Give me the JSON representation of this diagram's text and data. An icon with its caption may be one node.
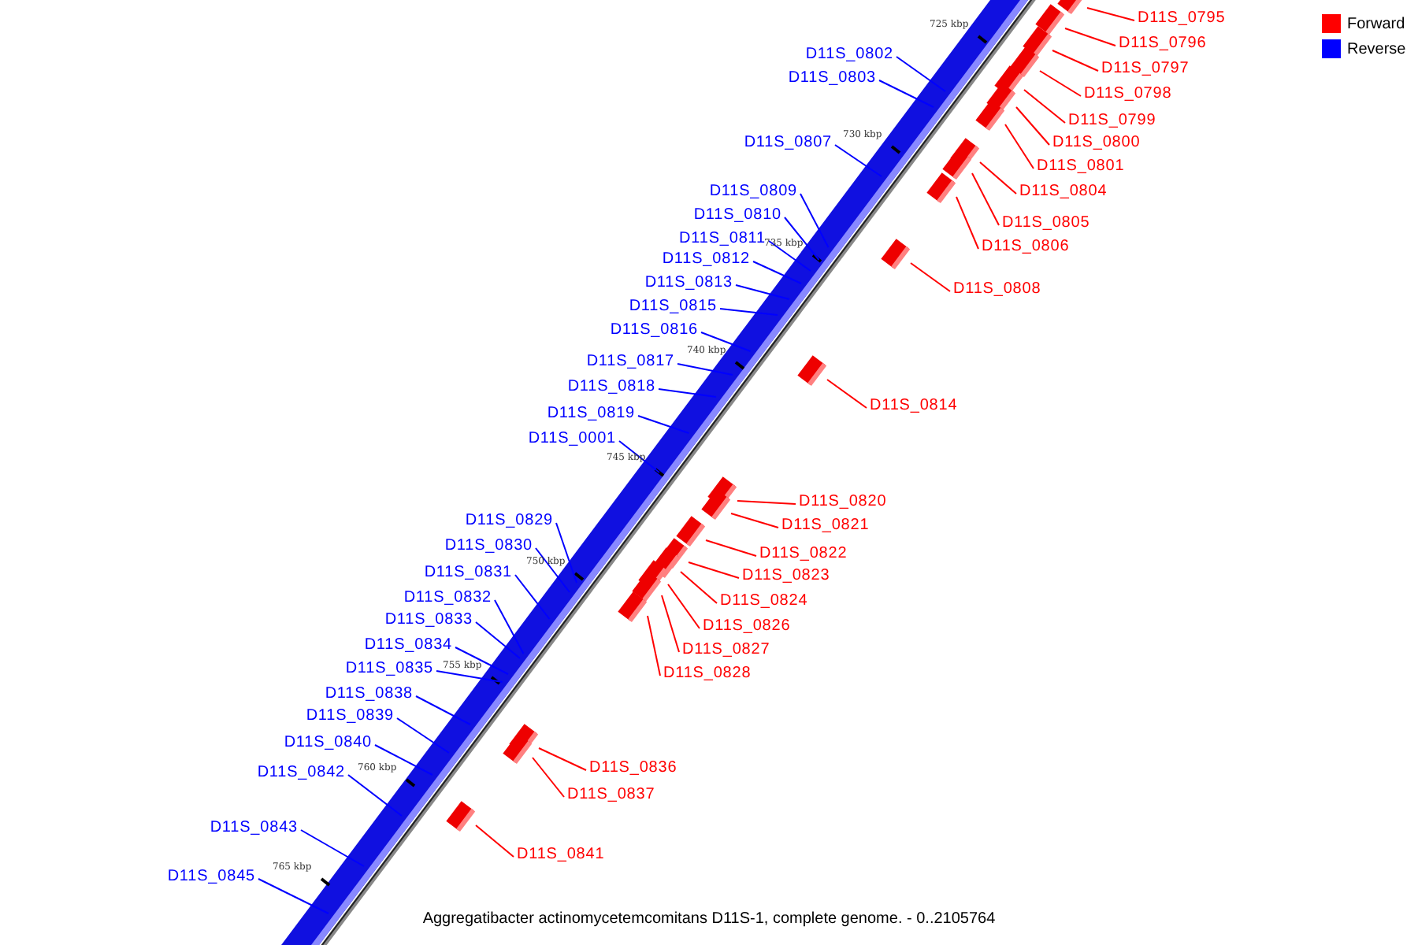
{
  "diagram": {
    "caption": "Aggregatibacter actinomycetemcomitans D11S-1, complete genome. - 0..2105764",
    "nodes": [
      {
        "text": [
          "D11S_0795"
        ]
      },
      {
        "text": [
          "D11S_0796"
        ]
      },
      {
        "text": [
          "D11S_0802"
        ]
      },
      {
        "text": [
          "D11S_0797"
        ]
      },
      {
        "text": [
          "D11S_0803"
        ]
      },
      {
        "text": [
          "D11S_0798"
        ]
      },
      {
        "text": [
          "D11S_0799"
        ]
      },
      {
        "text": [
          "D11S_0807"
        ]
      },
      {
        "text": [
          "D11S_0800"
        ]
      },
      {
        "text": [
          "D11S_0801"
        ]
      },
      {
        "text": [
          "D11S_0809"
        ]
      },
      {
        "text": [
          "D11S_0804"
        ]
      },
      {
        "text": [
          "D11S_0810"
        ]
      },
      {
        "text": [
          "D11S_0805"
        ]
      },
      {
        "text": [
          "D11S_0811"
        ]
      },
      {
        "text": [
          "D11S_0806"
        ]
      },
      {
        "text": [
          "D11S_0812"
        ]
      },
      {
        "text": [
          "D11S_0813"
        ]
      },
      {
        "text": [
          "D11S_0808"
        ]
      },
      {
        "text": [
          "D11S_0815"
        ]
      },
      {
        "text": [
          "D11S_0816"
        ]
      },
      {
        "text": [
          "D11S_0817"
        ]
      },
      {
        "text": [
          "D11S_0818"
        ]
      },
      {
        "text": [
          "D11S_0814"
        ]
      },
      {
        "text": [
          "D11S_0819"
        ]
      },
      {
        "text": [
          "D11S_0001"
        ]
      },
      {
        "text": [
          "D11S_0820"
        ]
      },
      {
        "text": [
          "D11S_0829"
        ]
      },
      {
        "text": [
          "D11S_0821"
        ]
      },
      {
        "text": [
          "D11S_0830"
        ]
      },
      {
        "text": [
          "D11S_0822"
        ]
      },
      {
        "text": [
          "D11S_0831"
        ]
      },
      {
        "text": [
          "D11S_0823"
        ]
      },
      {
        "text": [
          "D11S_0832"
        ]
      },
      {
        "text": [
          "D11S_0824"
        ]
      },
      {
        "text": [
          "D11S_0833"
        ]
      },
      {
        "text": [
          "D11S_0826"
        ]
      },
      {
        "text": [
          "D11S_0834"
        ]
      },
      {
        "text": [
          "D11S_0827"
        ]
      },
      {
        "text": [
          "D11S_0835"
        ]
      },
      {
        "text": [
          "D11S_0828"
        ]
      },
      {
        "text": [
          "D11S_0838"
        ]
      },
      {
        "text": [
          "D11S_0839"
        ]
      },
      {
        "text": [
          "D11S_0840"
        ]
      },
      {
        "text": [
          "D11S_0836"
        ]
      },
      {
        "text": [
          "D11S_0842"
        ]
      },
      {
        "text": [
          "D11S_0837"
        ]
      },
      {
        "text": [
          "D11S_0843"
        ]
      },
      {
        "text": [
          "D11S_0841"
        ]
      },
      {
        "text": [
          "D11S_0845"
        ]
      }
    ],
    "edges": [
      {
        "from": 0,
        "to": null,
        "arrow": "none",
        "color": "#ff0000"
      },
      {
        "from": 1,
        "to": null,
        "arrow": "none",
        "color": "#ff0000"
      },
      {
        "from": 2,
        "to": null,
        "arrow": "none"
      },
      {
        "from": 3,
        "to": null,
        "arrow": "none",
        "color": "#ff0000"
      },
      {
        "from": 4,
        "to": null,
        "arrow": "none"
      },
      {
        "from": 5,
        "to": null,
        "arrow": "none",
        "color": "#ff0000"
      },
      {
        "from": 6,
        "to": null,
        "arrow": "none",
        "color": "#ff0000"
      },
      {
        "from": 7,
        "to": null,
        "arrow": "none"
      },
      {
        "from": 8,
        "to": null,
        "arrow": "none",
        "color": "#ff0000"
      },
      {
        "from": 9,
        "to": null,
        "arrow": "none",
        "color": "#ff0000"
      },
      {
        "from": 10,
        "to": null,
        "arrow": "none"
      },
      {
        "from": 11,
        "to": null,
        "arrow": "none",
        "color": "#ff0000"
      },
      {
        "from": 12,
        "to": null,
        "arrow": "none"
      },
      {
        "from": 13,
        "to": null,
        "arrow": "none",
        "color": "#ff0000"
      },
      {
        "from": 14,
        "to": null,
        "arrow": "none"
      },
      {
        "from": 15,
        "to": null,
        "arrow": "none",
        "color": "#ff0000"
      },
      {
        "from": 16,
        "to": null,
        "arrow": "none"
      },
      {
        "from": 17,
        "to": null,
        "arrow": "none"
      },
      {
        "from": 18,
        "to": null,
        "arrow": "none",
        "color": "#ff0000"
      },
      {
        "from": 19,
        "to": null,
        "arrow": "none"
      },
      {
        "from": 20,
        "to": null,
        "arrow": "none"
      },
      {
        "from": 21,
        "to": null,
        "arrow": "none"
      },
      {
        "from": 22,
        "to": null,
        "arrow": "none"
      },
      {
        "from": 23,
        "to": null,
        "arrow": "none",
        "color": "#ff0000"
      },
      {
        "from": 24,
        "to": null,
        "arrow": "none"
      },
      {
        "from": 25,
        "to": null,
        "arrow": "none"
      },
      {
        "from": 26,
        "to": null,
        "arrow": "none",
        "color": "#ff0000"
      },
      {
        "from": 27,
        "to": null,
        "arrow": "none"
      },
      {
        "from": 28,
        "to": null,
        "arrow": "none",
        "color": "#ff0000"
      },
      {
        "from": 29,
        "to": null,
        "arrow": "none"
      },
      {
        "from": 30,
        "to": null,
        "arrow": "none",
        "color": "#ff0000"
      },
      {
        "from": 31,
        "to": null,
        "arrow": "none"
      },
      {
        "from": 32,
        "to": null,
        "arrow": "none",
        "color": "#ff0000"
      },
      {
        "from": 33,
        "to": null,
        "arrow": "none"
      },
      {
        "from": 34,
        "to": null,
        "arrow": "none",
        "color": "#ff0000"
      },
      {
        "from": 35,
        "to": null,
        "arrow": "none"
      },
      {
        "from": 36,
        "to": null,
        "arrow": "none",
        "color": "#ff0000"
      },
      {
        "from": 37,
        "to": null,
        "arrow": "none"
      },
      {
        "from": 38,
        "to": null,
        "arrow": "none",
        "color": "#ff0000"
      },
      {
        "from": 39,
        "to": null,
        "arrow": "none"
      },
      {
        "from": 40,
        "to": null,
        "arrow": "none",
        "color": "#ff0000"
      },
      {
        "from": 41,
        "to": null,
        "arrow": "none"
      },
      {
        "from": 42,
        "to": null,
        "arrow": "none"
      },
      {
        "from": 43,
        "to": null,
        "arrow": "none"
      },
      {
        "from": 44,
        "to": null,
        "arrow": "none",
        "color": "#ff0000"
      },
      {
        "from": 45,
        "to": null,
        "arrow": "none"
      },
      {
        "from": 46,
        "to": null,
        "arrow": "none",
        "color": "#ff0000"
      },
      {
        "from": 47,
        "to": null,
        "arrow": "none"
      },
      {
        "from": 48,
        "to": null,
        "arrow": "none",
        "color": "#ff0000"
      },
      {
        "from": 49,
        "to": null,
        "arrow": "none"
      }
    ],
    "labels": [
      "725 kbp",
      "730 kbp",
      "735 kbp",
      "740 kbp",
      "745 kbp",
      "750 kbp",
      "755 kbp",
      "760 kbp",
      "765 kbp"
    ],
    "legend": [
      {
        "text": "Forward",
        "color": "#ff0000"
      },
      {
        "text": "Reverse",
        "color": "#0000ff"
      }
    ]
  }
}
